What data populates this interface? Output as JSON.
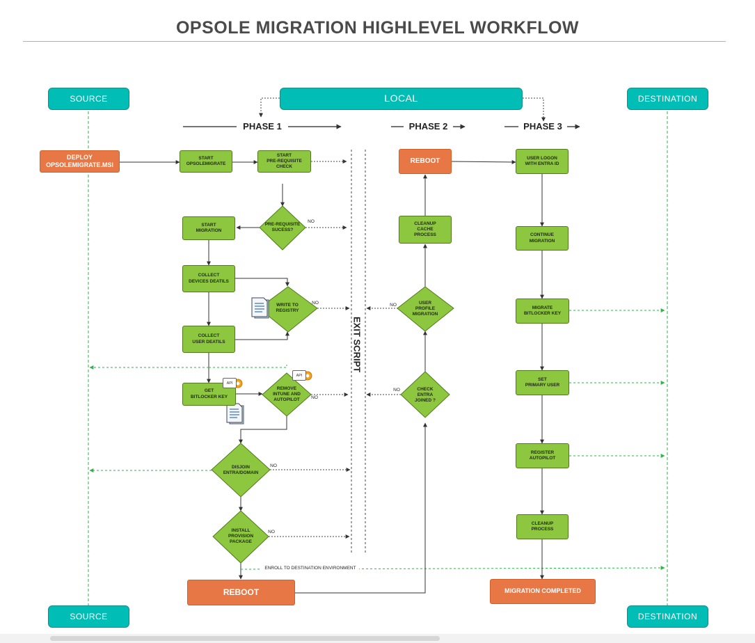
{
  "title": "OPSOLE MIGRATION HIGHLEVEL WORKFLOW",
  "lanes": {
    "source": "SOURCE",
    "local": "LOCAL",
    "destination": "DESTINATION"
  },
  "phases": {
    "p1": "PHASE 1",
    "p2": "PHASE 2",
    "p3": "PHASE 3"
  },
  "exit_script": "EXIT SCRIPT",
  "nodes": {
    "deploy": "DEPLOY\nOPSOLEMIGRATE.MSI",
    "start_opsolemigrate": "START\nOPSOLEMIGRATE",
    "start_prereq": "START\nPRE-REQUISITE\nCHECK",
    "prereq_success": "PRE-REQUISITE\nSUCESS?",
    "start_migration": "START\nMIGRATION",
    "collect_devices": "COLLECT\nDEVICES DEATILS",
    "write_registry": "WRITE TO\nREGISTRY",
    "collect_user": "COLLECT\nUSER DEATILS",
    "get_bitlocker": "GET\nBITLOCKER KEY",
    "remove_intune": "REMOVE\nINTUNE AND\nAUTOPILOT",
    "disjoin": "DISJOIN\nENTRA/DOMAIN",
    "install_pkg": "INSTALL\nPROVISION\nPACKAGE",
    "reboot_p1": "REBOOT",
    "check_entra": "CHECK\nENTRA\nJOINED ?",
    "user_profile": "USER\nPROFILE\nMIGRATION",
    "cleanup_cache": "CLEANUP\nCACHE\nPROCESS",
    "reboot_p2": "REBOOT",
    "user_logon": "USER LOGON\nWITH ENTRA ID",
    "continue_migration": "CONTINUE\nMIGRATION",
    "migrate_bitlocker": "MIGRATE\nBITLOCKER KEY",
    "set_primary": "SET\nPRIMARY USER",
    "register_autopilot": "REGISTER\nAUTOPILOT",
    "cleanup_process": "CLEANUP\nPROCESS",
    "migration_completed": "MIGRATION COMPLETED"
  },
  "edge_labels": {
    "no": "NO",
    "enroll": "ENROLL TO DESTINATION ENVIRONMENT"
  },
  "badges": {
    "api": "API"
  },
  "colors": {
    "lane": "#00bdb5",
    "process": "#8dc63f",
    "terminal": "#e87746",
    "dashed_green": "#2fb34a"
  }
}
